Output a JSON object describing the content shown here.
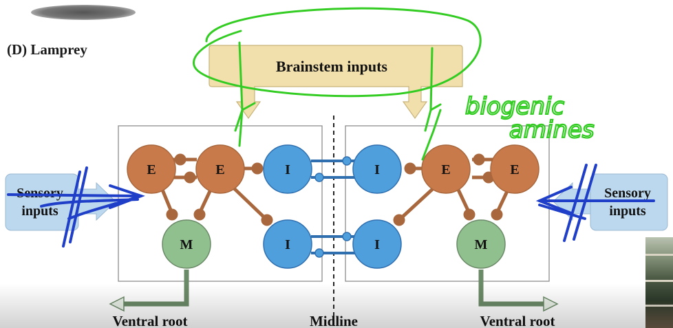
{
  "panel_label": "(D)  Lamprey",
  "brainstem_label": "Brainstem inputs",
  "sensory_left": [
    "Sensory",
    "inputs"
  ],
  "sensory_right": [
    "Sensory",
    "inputs"
  ],
  "neurons": {
    "E": "E",
    "I": "I",
    "M": "M"
  },
  "bottom_labels": {
    "ventral_root_left": "Ventral root",
    "midline": "Midline",
    "ventral_root_right": "Ventral root"
  },
  "annotation": [
    "biogenic",
    "amines"
  ],
  "colors": {
    "excitatory": "#c97a4a",
    "inhibitory": "#4f9fdd",
    "motor": "#8fc08e",
    "brainstem_box": "#f1dfac",
    "sensory_box": "#bcd8ee",
    "annotation_green": "#33cc22",
    "annotation_blue": "#1f3fc8",
    "connection_brown": "#a8673c",
    "connection_blue": "#2f6fb0"
  }
}
